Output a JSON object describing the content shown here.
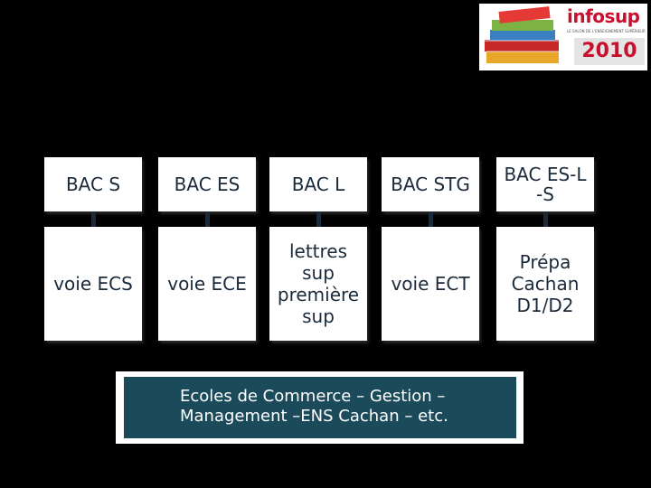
{
  "logo": {
    "brand": "infosup",
    "tagline": "LE SALON DE L'ENSEIGNEMENT SUPÉRIEUR",
    "year": "2010"
  },
  "tracks": [
    {
      "bac": "BAC S",
      "voie": "voie ECS"
    },
    {
      "bac": "BAC ES",
      "voie": "voie ECE"
    },
    {
      "bac": "BAC L",
      "voie": "lettres sup première sup"
    },
    {
      "bac": "BAC STG",
      "voie": "voie ECT"
    },
    {
      "bac": "BAC ES-L -S",
      "voie": "Prépa Cachan D1/D2"
    }
  ],
  "destination": {
    "text": "Ecoles de Commerce – Gestion – Management –ENS Cachan – etc."
  },
  "colors": {
    "background": "#000000",
    "box": "#ffffff",
    "box_text": "#1a2a3a",
    "destination_fill": "#1b4b5b",
    "logo_red": "#c8102e"
  }
}
